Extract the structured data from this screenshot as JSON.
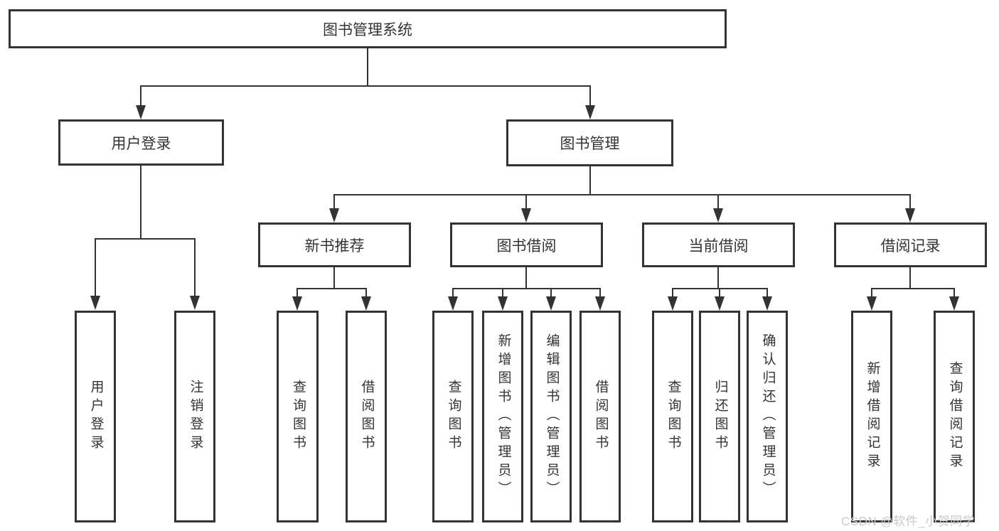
{
  "colors": {
    "line": "#333333",
    "text": "#333333",
    "box_background": "#ffffff",
    "page_background": "#ffffff",
    "watermark": "#c9c9c9"
  },
  "watermark": {
    "text": "CSDN @软件_小贺同学"
  },
  "diagram": {
    "type": "tree",
    "root": {
      "label": "图书管理系统"
    },
    "branches": [
      {
        "label": "用户登录",
        "children": [
          {
            "label": "用户登录"
          },
          {
            "label": "注销登录"
          }
        ]
      },
      {
        "label": "图书管理",
        "groups": [
          {
            "label": "新书推荐",
            "children": [
              {
                "label": "查询图书"
              },
              {
                "label": "借阅图书"
              }
            ]
          },
          {
            "label": "图书借阅",
            "children": [
              {
                "label": "查询图书"
              },
              {
                "label": "新增图书（管理员）"
              },
              {
                "label": "编辑图书（管理员）"
              },
              {
                "label": "借阅图书"
              }
            ]
          },
          {
            "label": "当前借阅",
            "children": [
              {
                "label": "查询图书"
              },
              {
                "label": "归还图书"
              },
              {
                "label": "确认归还（管理员）"
              }
            ]
          },
          {
            "label": "借阅记录",
            "children": [
              {
                "label": "新增借阅记录"
              },
              {
                "label": "查询借阅记录"
              }
            ]
          }
        ]
      }
    ]
  }
}
